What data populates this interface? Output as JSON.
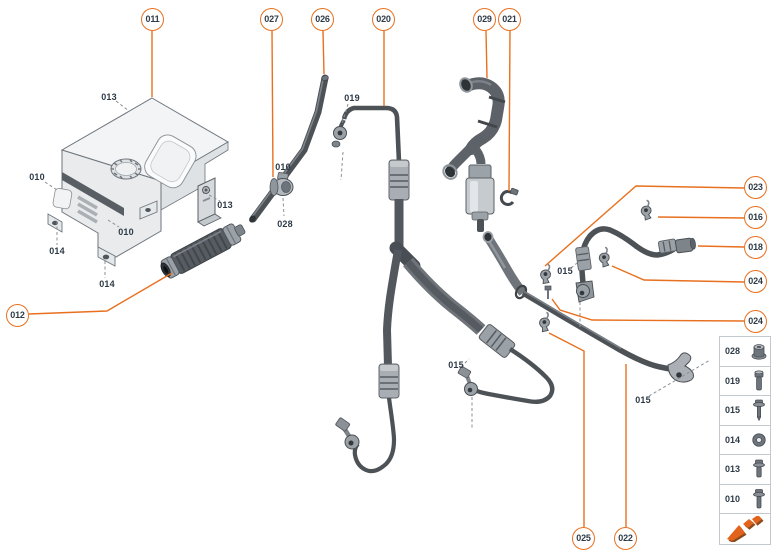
{
  "diagram_title": "hydraulic reservoir and hose parts diagram",
  "colors": {
    "accent": "#e8701f",
    "label": "#2e3b47",
    "part_dark": "#4d5257",
    "part_light": "#9aa1a7"
  },
  "callouts": [
    {
      "label": "011"
    },
    {
      "label": "027"
    },
    {
      "label": "026"
    },
    {
      "label": "020"
    },
    {
      "label": "029"
    },
    {
      "label": "021"
    },
    {
      "label": "023"
    },
    {
      "label": "016"
    },
    {
      "label": "018"
    },
    {
      "label": "024"
    },
    {
      "label": "024"
    },
    {
      "label": "012"
    },
    {
      "label": "025"
    },
    {
      "label": "022"
    }
  ],
  "part_labels": [
    {
      "text": "013"
    },
    {
      "text": "010"
    },
    {
      "text": "014"
    },
    {
      "text": "010"
    },
    {
      "text": "014"
    },
    {
      "text": "013"
    },
    {
      "text": "010"
    },
    {
      "text": "028"
    },
    {
      "text": "019"
    },
    {
      "text": "015"
    },
    {
      "text": "015"
    },
    {
      "text": "015"
    }
  ],
  "legend": {
    "rows": [
      {
        "label": "028",
        "icon": "flange-nut-icon"
      },
      {
        "label": "019",
        "icon": "hex-bolt-icon"
      },
      {
        "label": "015",
        "icon": "flange-bolt-pointed-icon"
      },
      {
        "label": "014",
        "icon": "washer-icon"
      },
      {
        "label": "013",
        "icon": "flange-bolt-short-icon"
      },
      {
        "label": "010",
        "icon": "flange-bolt-icon"
      }
    ],
    "logo": "brand-arrow-logo"
  }
}
